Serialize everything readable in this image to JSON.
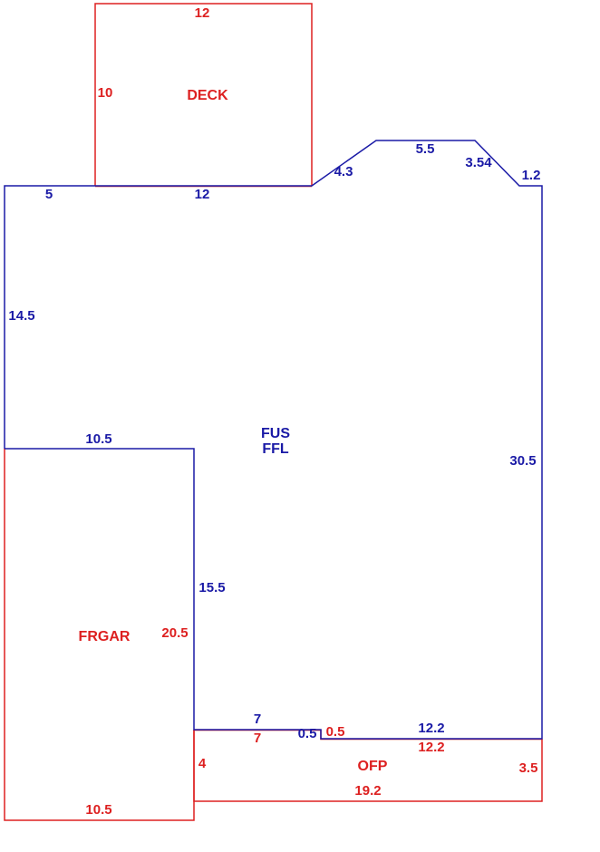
{
  "colors": {
    "blue": "#1a1aa6",
    "red": "#dd2020"
  },
  "areas": {
    "deck": {
      "name": "DECK"
    },
    "fus": {
      "name": "FUS",
      "sub": "FFL"
    },
    "frgar": {
      "name": "FRGAR"
    },
    "ofp": {
      "name": "OFP"
    }
  },
  "dims": {
    "deck_top": "12",
    "deck_left": "10",
    "main_top_left": "5",
    "main_top_deck": "12",
    "bay_diag_left": "4.3",
    "bay_top": "5.5",
    "bay_diag_right": "3.54",
    "bay_right": "1.2",
    "main_left": "14.5",
    "main_right": "30.5",
    "garage_top": "10.5",
    "garage_inner": "15.5",
    "garage_side": "20.5",
    "garage_bottom": "10.5",
    "porch_top_left_blue": "7",
    "porch_top_left_red": "7",
    "step_blue": "0.5",
    "step_red": "0.5",
    "porch_top_right_blue": "12.2",
    "porch_top_right_red": "12.2",
    "porch_left": "4",
    "porch_right": "3.5",
    "porch_bottom": "19.2"
  }
}
